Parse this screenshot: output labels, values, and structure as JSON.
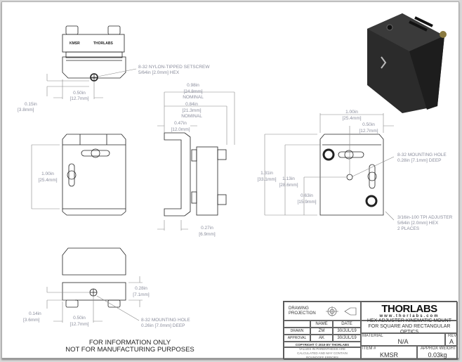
{
  "top_view": {
    "callout": [
      "8-32 NYLON-TIPPED SETSCREW",
      "5/64in [2.0mm] HEX"
    ],
    "dim_height": [
      "0.15in",
      "[3.8mm]"
    ],
    "dim_width": [
      "0.50in",
      "[12.7mm]"
    ],
    "engraving": [
      "KMSR",
      "THORLABS"
    ]
  },
  "front_view": {
    "dim_height": [
      "1.00in",
      "[25.4mm]"
    ]
  },
  "side_view": {
    "dim_overall": [
      "0.98in",
      "[24.8mm]",
      "NOMINAL"
    ],
    "dim_body": [
      "0.84in",
      "[21.3mm]",
      "NOMINAL"
    ],
    "dim_clamp": [
      "0.47in",
      "[12.0mm]"
    ],
    "dim_base": [
      "0.27in",
      "[6.9mm]"
    ]
  },
  "rear_view": {
    "dim_width": [
      "1.00in",
      "[25.4mm]"
    ],
    "dim_half": [
      "0.50in",
      "[12.7mm]"
    ],
    "callout_hole": [
      "8-32 MOUNTING HOLE",
      "0.28in [7.1mm] DEEP"
    ],
    "dim_total_height": [
      "1.31in",
      "[33.1mm]"
    ],
    "dim_body_height": [
      "1.13in",
      "[28.6mm]"
    ],
    "dim_hole_height": [
      "0.63in",
      "[15.9mm]"
    ],
    "callout_adjuster": [
      "3/16in-100 TPI ADJUSTER",
      "5/64in [2.0mm] HEX",
      "2 PLACES"
    ]
  },
  "bottom_view": {
    "dim_depth": [
      "0.28in",
      "[7.1mm]"
    ],
    "callout_hole": [
      "8-32 MOUNTING HOLE",
      "0.26in [7.0mm] DEEP"
    ],
    "dim_offset": [
      "0.14in",
      "[3.6mm]"
    ],
    "dim_width": [
      "0.50in",
      "[12.7mm]"
    ]
  },
  "notice": [
    "FOR INFORMATION ONLY",
    "NOT FOR MANUFACTURING PURPOSES"
  ],
  "title_block": {
    "projection_label": "DRAWING PROJECTION",
    "name_header": "NAME",
    "date_header": "DATE",
    "drawn_label": "DRAWN",
    "drawn_name": "ZM",
    "drawn_date": "30/JUL/19",
    "approval_label": "APPROVAL",
    "approval_name": "AK",
    "approval_date": "30/JUL/19",
    "copyright": "COPYRIGHT © 2019 BY THORLABS",
    "values_note": "VALUES IN PARENTHESIS ARE CALCULATED AND MAY CONTAIN ROUNDOFF ERRORS",
    "logo": "THORLABS",
    "website": "www.thorlabs.com",
    "description": "HEX ADJUSTER KINEMATIC MOUNT FOR SQUARE AND RECTANGULAR OPTICS",
    "material_label": "MATERIAL",
    "material": "N/A",
    "rev_label": "REV",
    "rev": "A",
    "item_label": "ITEM #",
    "item": "KMSR",
    "weight_label": "APPROX WEIGHT",
    "weight": "0.03kg"
  }
}
